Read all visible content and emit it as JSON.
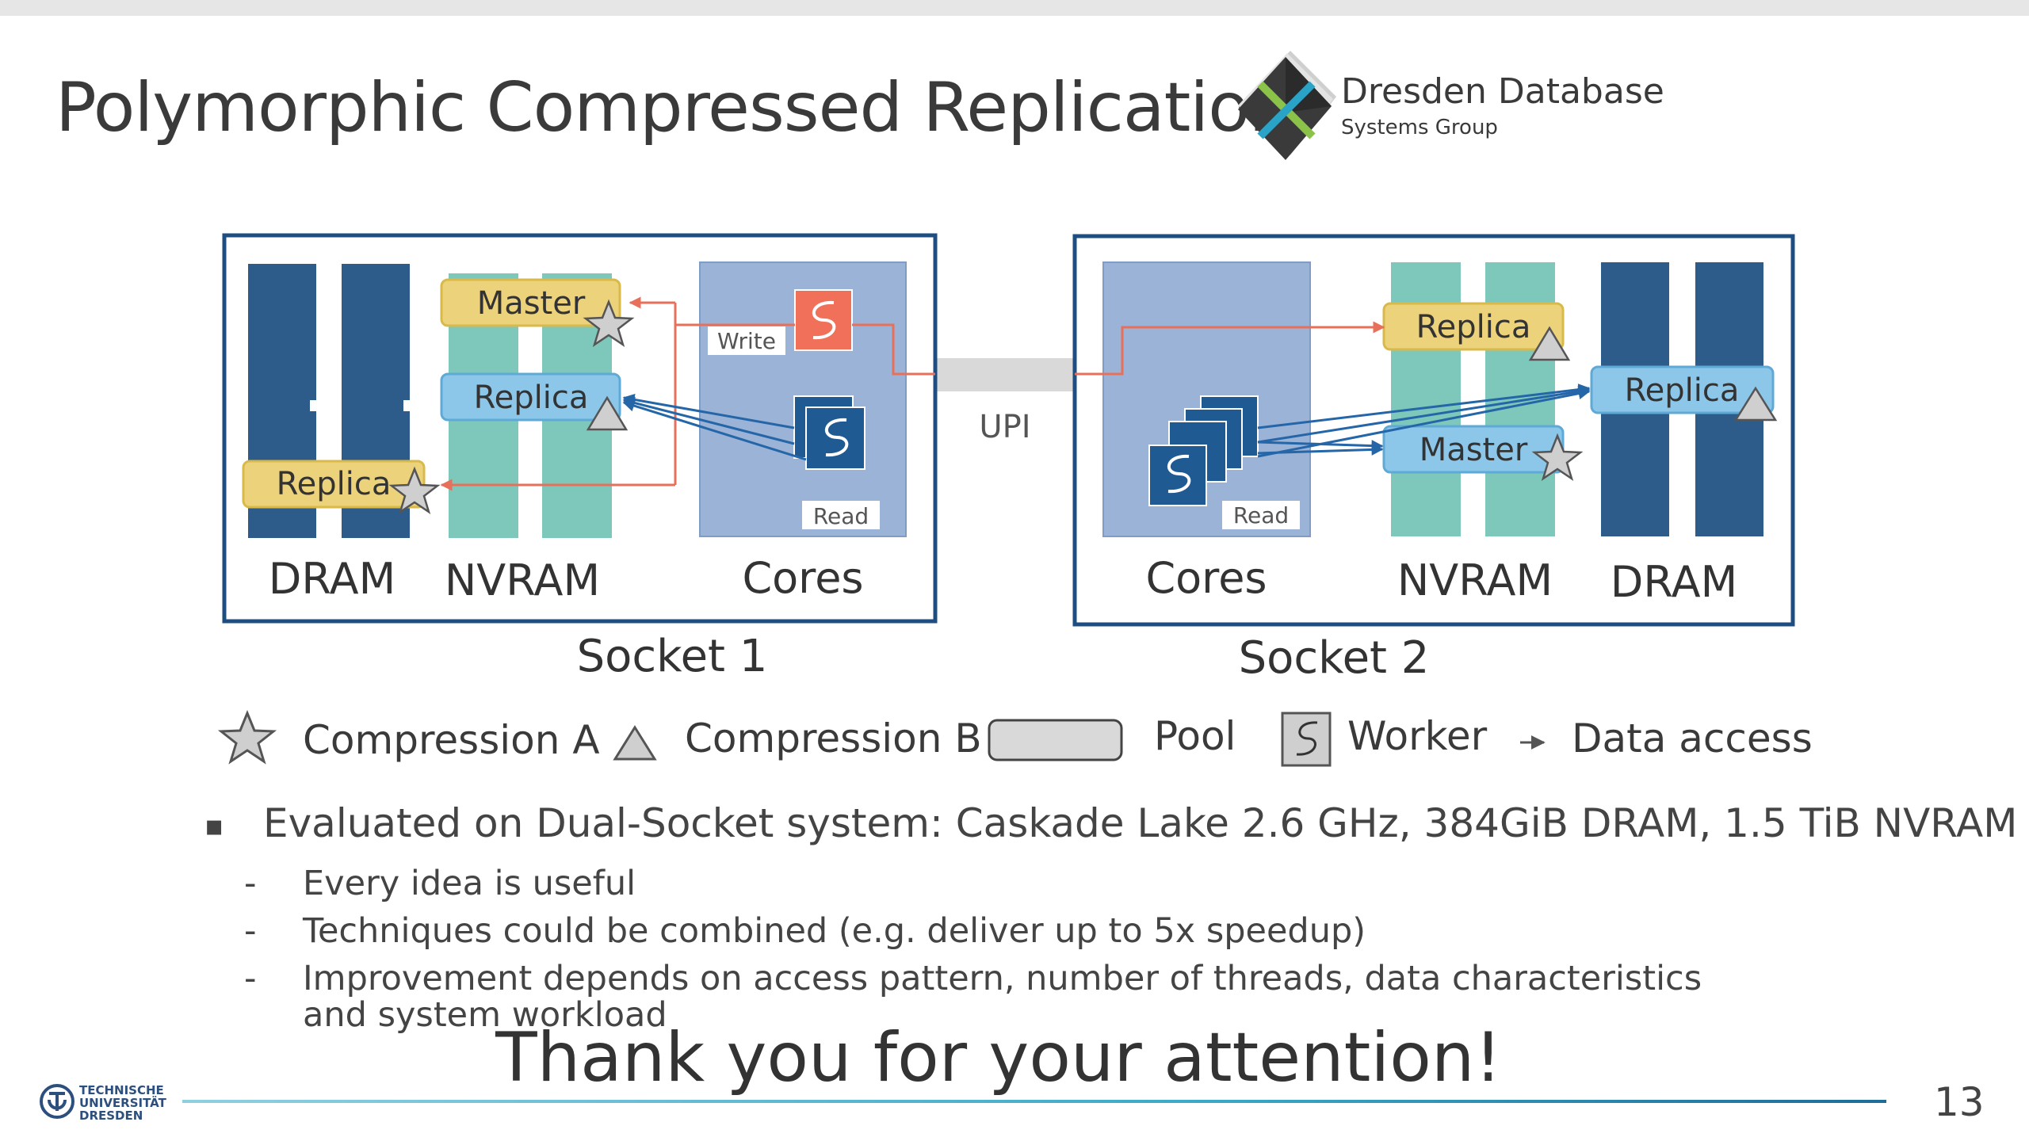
{
  "slide": {
    "title": "Polymorphic Compressed Replication",
    "page_number": "13",
    "closing": "Thank you for your attention!"
  },
  "logo": {
    "name": "Dresden Database",
    "subtitle": "Systems Group"
  },
  "university_logo": {
    "line1": "TECHNISCHE",
    "line2": "UNIVERSITÄT",
    "line3": "DRESDEN"
  },
  "diagram": {
    "socket1": {
      "label": "Socket 1",
      "dram_label": "DRAM",
      "nvram_label": "NVRAM",
      "cores_label": "Cores",
      "master_label": "Master",
      "replica_nvram_label": "Replica",
      "replica_dram_label": "Replica",
      "write_label": "Write",
      "read_label": "Read"
    },
    "socket2": {
      "label": "Socket 2",
      "cores_label": "Cores",
      "nvram_label": "NVRAM",
      "dram_label": "DRAM",
      "replica_nvram_label": "Replica",
      "master_label": "Master",
      "replica_dram_label": "Replica",
      "read_label": "Read"
    },
    "upi_label": "UPI",
    "colors": {
      "dram": "#2e5c8a",
      "nvram": "#7ec8bb",
      "cores_bg": "#9bb3d6",
      "master_yellow": "#ecd27a",
      "replica_blue": "#8cc7ea",
      "worker_write": "#f0705a",
      "worker_read": "#1f5a93",
      "write_arrow": "#e8705a",
      "read_arrow": "#2566a8",
      "frame": "#1e4d82",
      "pool": "#d9d9d9"
    }
  },
  "legend": {
    "compression_a": "Compression A",
    "compression_b": "Compression B",
    "pool": "Pool",
    "worker": "Worker",
    "data_access": "Data access"
  },
  "bullets": {
    "main": "Evaluated on Dual-Socket system: Caskade Lake 2.6 GHz, 384GiB DRAM, 1.5 TiB NVRAM",
    "sub1": "Every idea is useful",
    "sub2": "Techniques could be combined (e.g. deliver up to 5x speedup)",
    "sub3_line1": "Improvement depends on access pattern, number of threads, data characteristics",
    "sub3_line2": "and system workload"
  }
}
